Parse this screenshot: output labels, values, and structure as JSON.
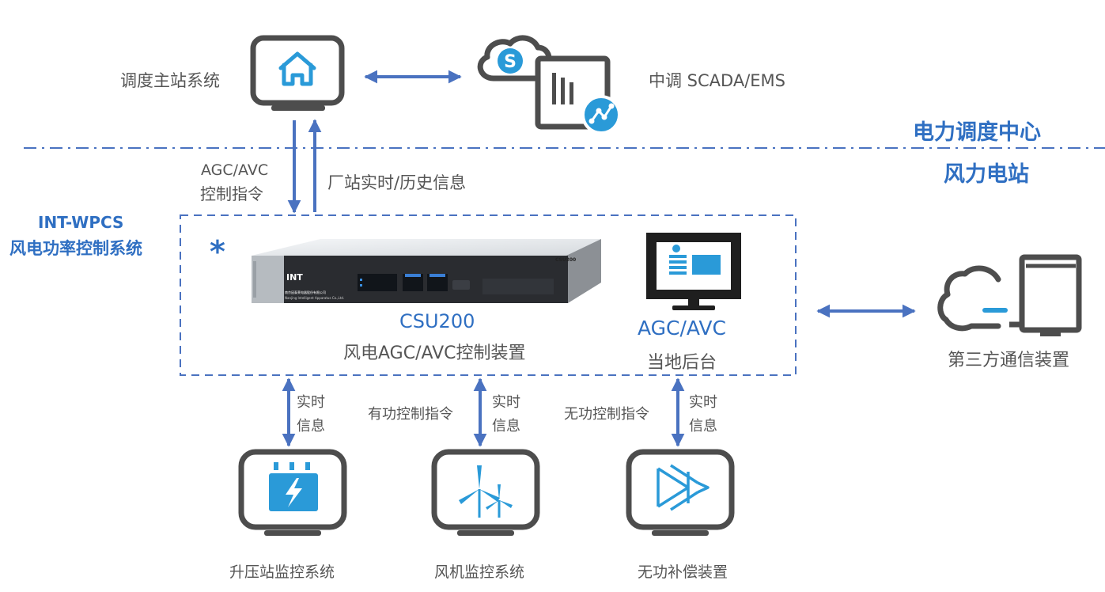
{
  "dispatch_center": {
    "master_station": "调度主站系统",
    "scada": "中调 SCADA/EMS",
    "zone_label": "电力调度中心"
  },
  "wind_station": {
    "zone_label": "风力电站"
  },
  "links": {
    "agc_cmd_line1": "AGC/AVC",
    "agc_cmd_line2": "控制指令",
    "plant_info": "厂站实时/历史信息"
  },
  "system": {
    "name_line1": "INT-WPCS",
    "name_line2": "风电功率控制系统",
    "asterisk": "*"
  },
  "csu200": {
    "title": "CSU200",
    "subtitle": "风电AGC/AVC控制装置",
    "brand": "INT",
    "model_plate": "CSU200",
    "company_cn": "南京因泰莱电器股份有限公司",
    "company_en": "Nanjing Intelligent Apparatus Co.,Ltd."
  },
  "local_backend": {
    "title": "AGC/AVC",
    "subtitle": "当地后台"
  },
  "third_party": {
    "label": "第三方通信装置"
  },
  "bottom": {
    "realtime_line1": "实时",
    "realtime_line2": "信息",
    "active_power_cmd": "有功控制指令",
    "reactive_power_cmd": "无功控制指令",
    "booster_station": "升压站监控系统",
    "turbine_monitor": "风机监控系统",
    "reactive_comp": "无功补偿装置"
  },
  "colors": {
    "accent_blue": "#4a72c0",
    "icon_blue": "#2a9ad8",
    "frame_gray": "#4d4d4d",
    "label_blue": "#2f6fc2"
  }
}
